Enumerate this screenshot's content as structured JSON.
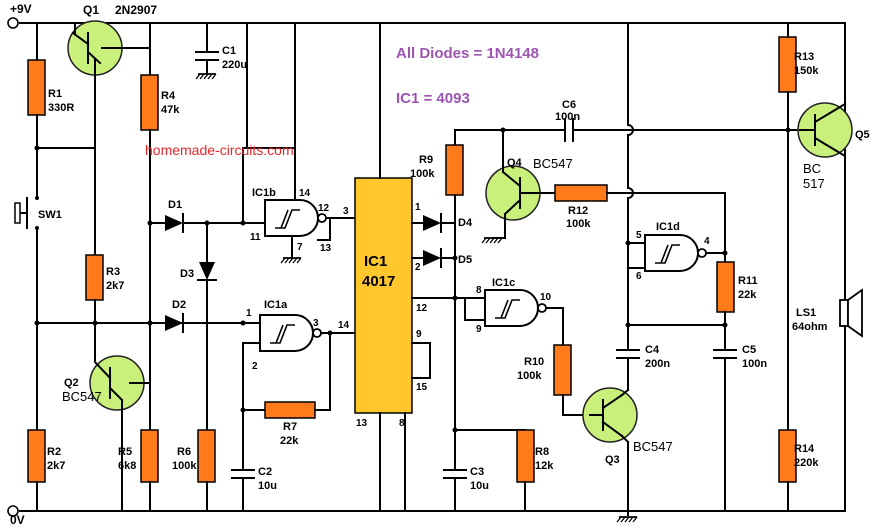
{
  "rails": {
    "positive": "+9V",
    "negative": "0V"
  },
  "notes": {
    "diodes": "All Diodes = 1N4148",
    "ic1": "IC1 = 4093",
    "watermark": "homemade-circuits.com"
  },
  "ic4017": {
    "name": "IC1",
    "part": "4017",
    "pins": {
      "p1": "1",
      "p2": "2",
      "p3": "3",
      "p12": "12",
      "p14": "14",
      "p9": "9",
      "p15": "15",
      "p13": "13",
      "p8": "8"
    }
  },
  "gates": {
    "ic1a": {
      "label": "IC1a",
      "pins": {
        "a": "1",
        "b": "2",
        "out": "3"
      }
    },
    "ic1b": {
      "label": "IC1b",
      "pins": {
        "a": "11",
        "top": "14",
        "out": "12",
        "b": "13",
        "gnd": "7"
      }
    },
    "ic1c": {
      "label": "IC1c",
      "pins": {
        "a": "8",
        "b": "9",
        "out": "10"
      }
    },
    "ic1d": {
      "label": "IC1d",
      "pins": {
        "a": "5",
        "b": "6",
        "out": "4"
      }
    }
  },
  "transistors": {
    "q1": {
      "ref": "Q1",
      "part": "2N2907"
    },
    "q2": {
      "ref": "Q2",
      "part": "BC547"
    },
    "q3": {
      "ref": "Q3",
      "part": "BC547"
    },
    "q4": {
      "ref": "Q4",
      "part": "BC547"
    },
    "q5": {
      "ref": "Q5",
      "part_line1": "BC",
      "part_line2": "517"
    }
  },
  "resistors": {
    "r1": {
      "ref": "R1",
      "value": "330R"
    },
    "r2": {
      "ref": "R2",
      "value": "2k7"
    },
    "r3": {
      "ref": "R3",
      "value": "2k7"
    },
    "r4": {
      "ref": "R4",
      "value": "47k"
    },
    "r5": {
      "ref": "R5",
      "value": "6k8"
    },
    "r6": {
      "ref": "R6",
      "value": "100k"
    },
    "r7": {
      "ref": "R7",
      "value": "22k"
    },
    "r8": {
      "ref": "R8",
      "value": "12k"
    },
    "r9": {
      "ref": "R9",
      "value": "100k"
    },
    "r10": {
      "ref": "R10",
      "value": "100k"
    },
    "r11": {
      "ref": "R11",
      "value": "22k"
    },
    "r12": {
      "ref": "R12",
      "value": "100k"
    },
    "r13": {
      "ref": "R13",
      "value": "150k"
    },
    "r14": {
      "ref": "R14",
      "value": "220k"
    }
  },
  "capacitors": {
    "c1": {
      "ref": "C1",
      "value": "220u"
    },
    "c2": {
      "ref": "C2",
      "value": "10u"
    },
    "c3": {
      "ref": "C3",
      "value": "10u"
    },
    "c4": {
      "ref": "C4",
      "value": "200n"
    },
    "c5": {
      "ref": "C5",
      "value": "100n"
    },
    "c6": {
      "ref": "C6",
      "value": "100n"
    }
  },
  "diodes": {
    "d1": "D1",
    "d2": "D2",
    "d3": "D3",
    "d4": "D4",
    "d5": "D5"
  },
  "switch": {
    "ref": "SW1"
  },
  "speaker": {
    "ref": "LS1",
    "value": "64ohm"
  },
  "colors": {
    "resistor": "#ff7a1a",
    "transistor": "#c9f07a",
    "ic": "#ffc72b",
    "note": "#9b55b0",
    "watermark": "#e8262a"
  }
}
